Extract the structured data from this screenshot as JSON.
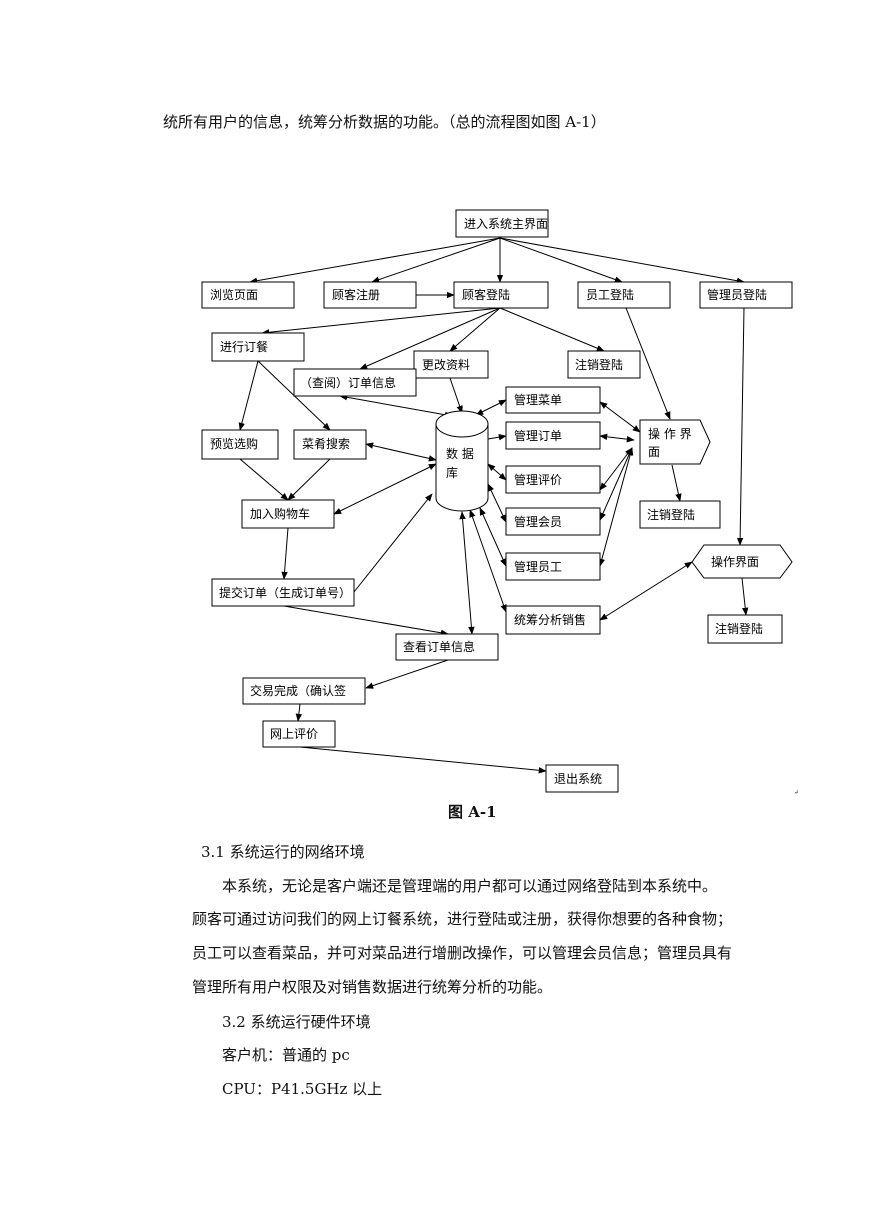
{
  "intro_text": "统所有用户的信息，统筹分析数据的功能。（总的流程图如图 A-1）",
  "figure": {
    "caption": "图 A-1",
    "para_mark": "↲",
    "nodes": {
      "enter": "进入系统主界面",
      "browse": "浏览页面",
      "register": "顾客注册",
      "customer_login": "顾客登陆",
      "staff_login": "员工登陆",
      "admin_login": "管理员登陆",
      "order_meal": "进行订餐",
      "edit_profile": "更改资料",
      "logout_customer": "注销登陆",
      "view_order_info": "（查阅）订单信息",
      "manage_menu": "管理菜单",
      "manage_orders": "管理订单",
      "manage_reviews": "管理评价",
      "manage_members": "管理会员",
      "manage_staff": "管理员工",
      "database_line1": "数  据",
      "database_line2": "库",
      "staff_ui_line1": "操 作 界",
      "staff_ui_line2": "面",
      "preview": "预览选购",
      "search": "菜肴搜索",
      "cart": "加入购物车",
      "logout_staff": "注销登陆",
      "admin_ui": "操作界面",
      "submit_order": "提交订单（生成订单号）",
      "analytics": "统筹分析销售",
      "logout_admin": "注销登陆",
      "check_order": "查看订单信息",
      "done": "交易完成（确认签",
      "review": "网上评价",
      "exit": "退出系统"
    }
  },
  "section_31": {
    "heading": "3.1  系统运行的网络环境",
    "lines": [
      "本系统，无论是客户端还是管理端的用户都可以通过网络登陆到本系统中。",
      "顾客可通过访问我们的网上订餐系统，进行登陆或注册，获得你想要的各种食物；",
      "员工可以查看菜品，并可对菜品进行增删改操作，可以管理会员信息；管理员具有",
      "管理所有用户权限及对销售数据进行统筹分析的功能。"
    ]
  },
  "section_32": {
    "heading": "3.2  系统运行硬件环境",
    "client": "客户机：普通的 pc",
    "cpu": "CPU：P41.5GHz 以上"
  }
}
